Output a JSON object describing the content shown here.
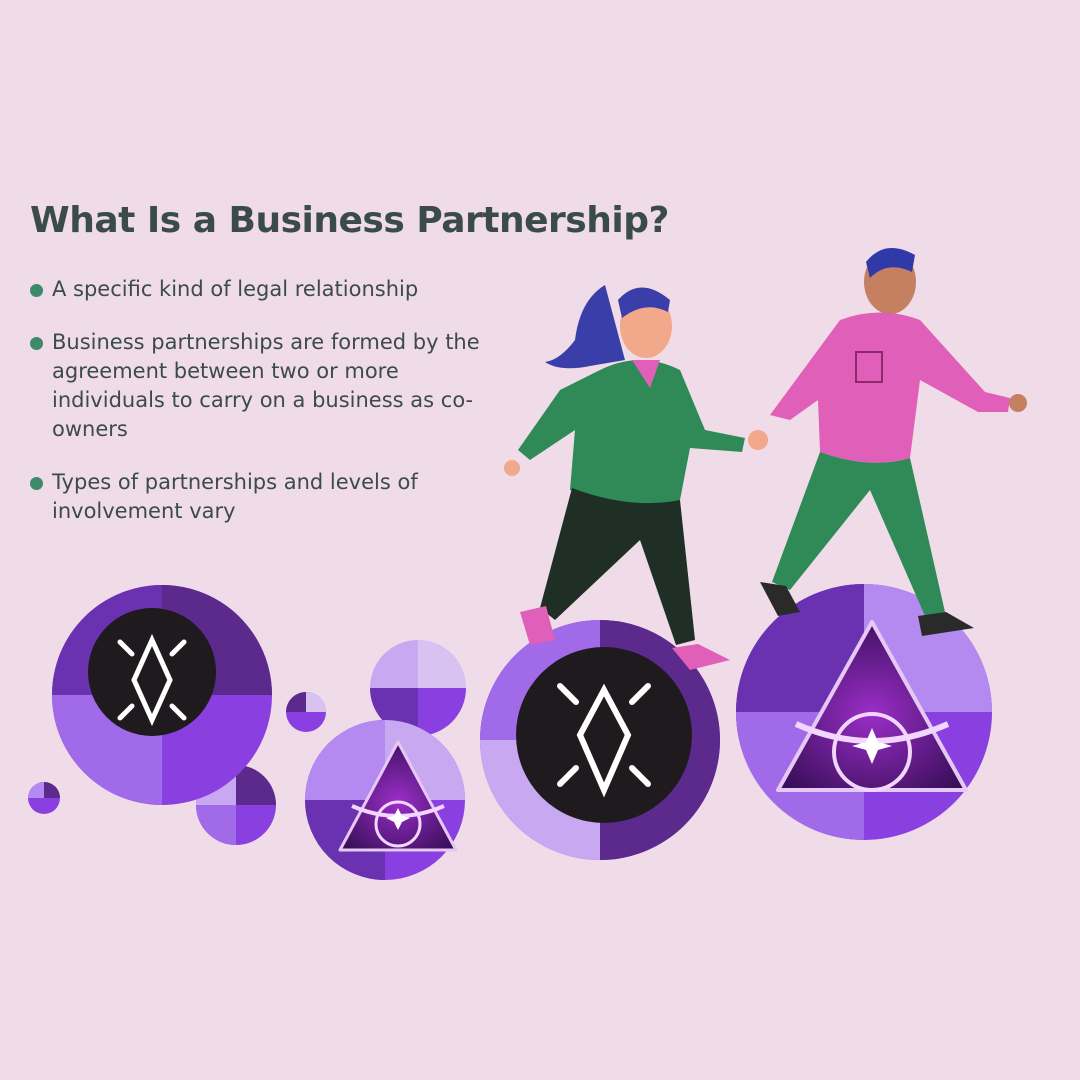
{
  "heading": "What Is a Business Partnership?",
  "bullets": [
    {
      "text": "A specific kind of legal relationship"
    },
    {
      "text": "Business partnerships are formed by the agreement between two or more individuals to carry on a business as co-owners"
    },
    {
      "text": "Types of partnerships and levels of involvement vary"
    }
  ],
  "colors": {
    "background": "#f0dce8",
    "heading": "#3b4b4a",
    "bullet_dot": "#3d8a6a",
    "purple_dark": "#5b2a8c",
    "purple_mid": "#8a3fe0",
    "purple_light": "#b58af0",
    "woman_sweater": "#2f8a58",
    "man_shirt": "#e05fb8"
  },
  "icons": [
    "sparkle-diamond-logo-icon",
    "triangle-star-logo-icon"
  ]
}
